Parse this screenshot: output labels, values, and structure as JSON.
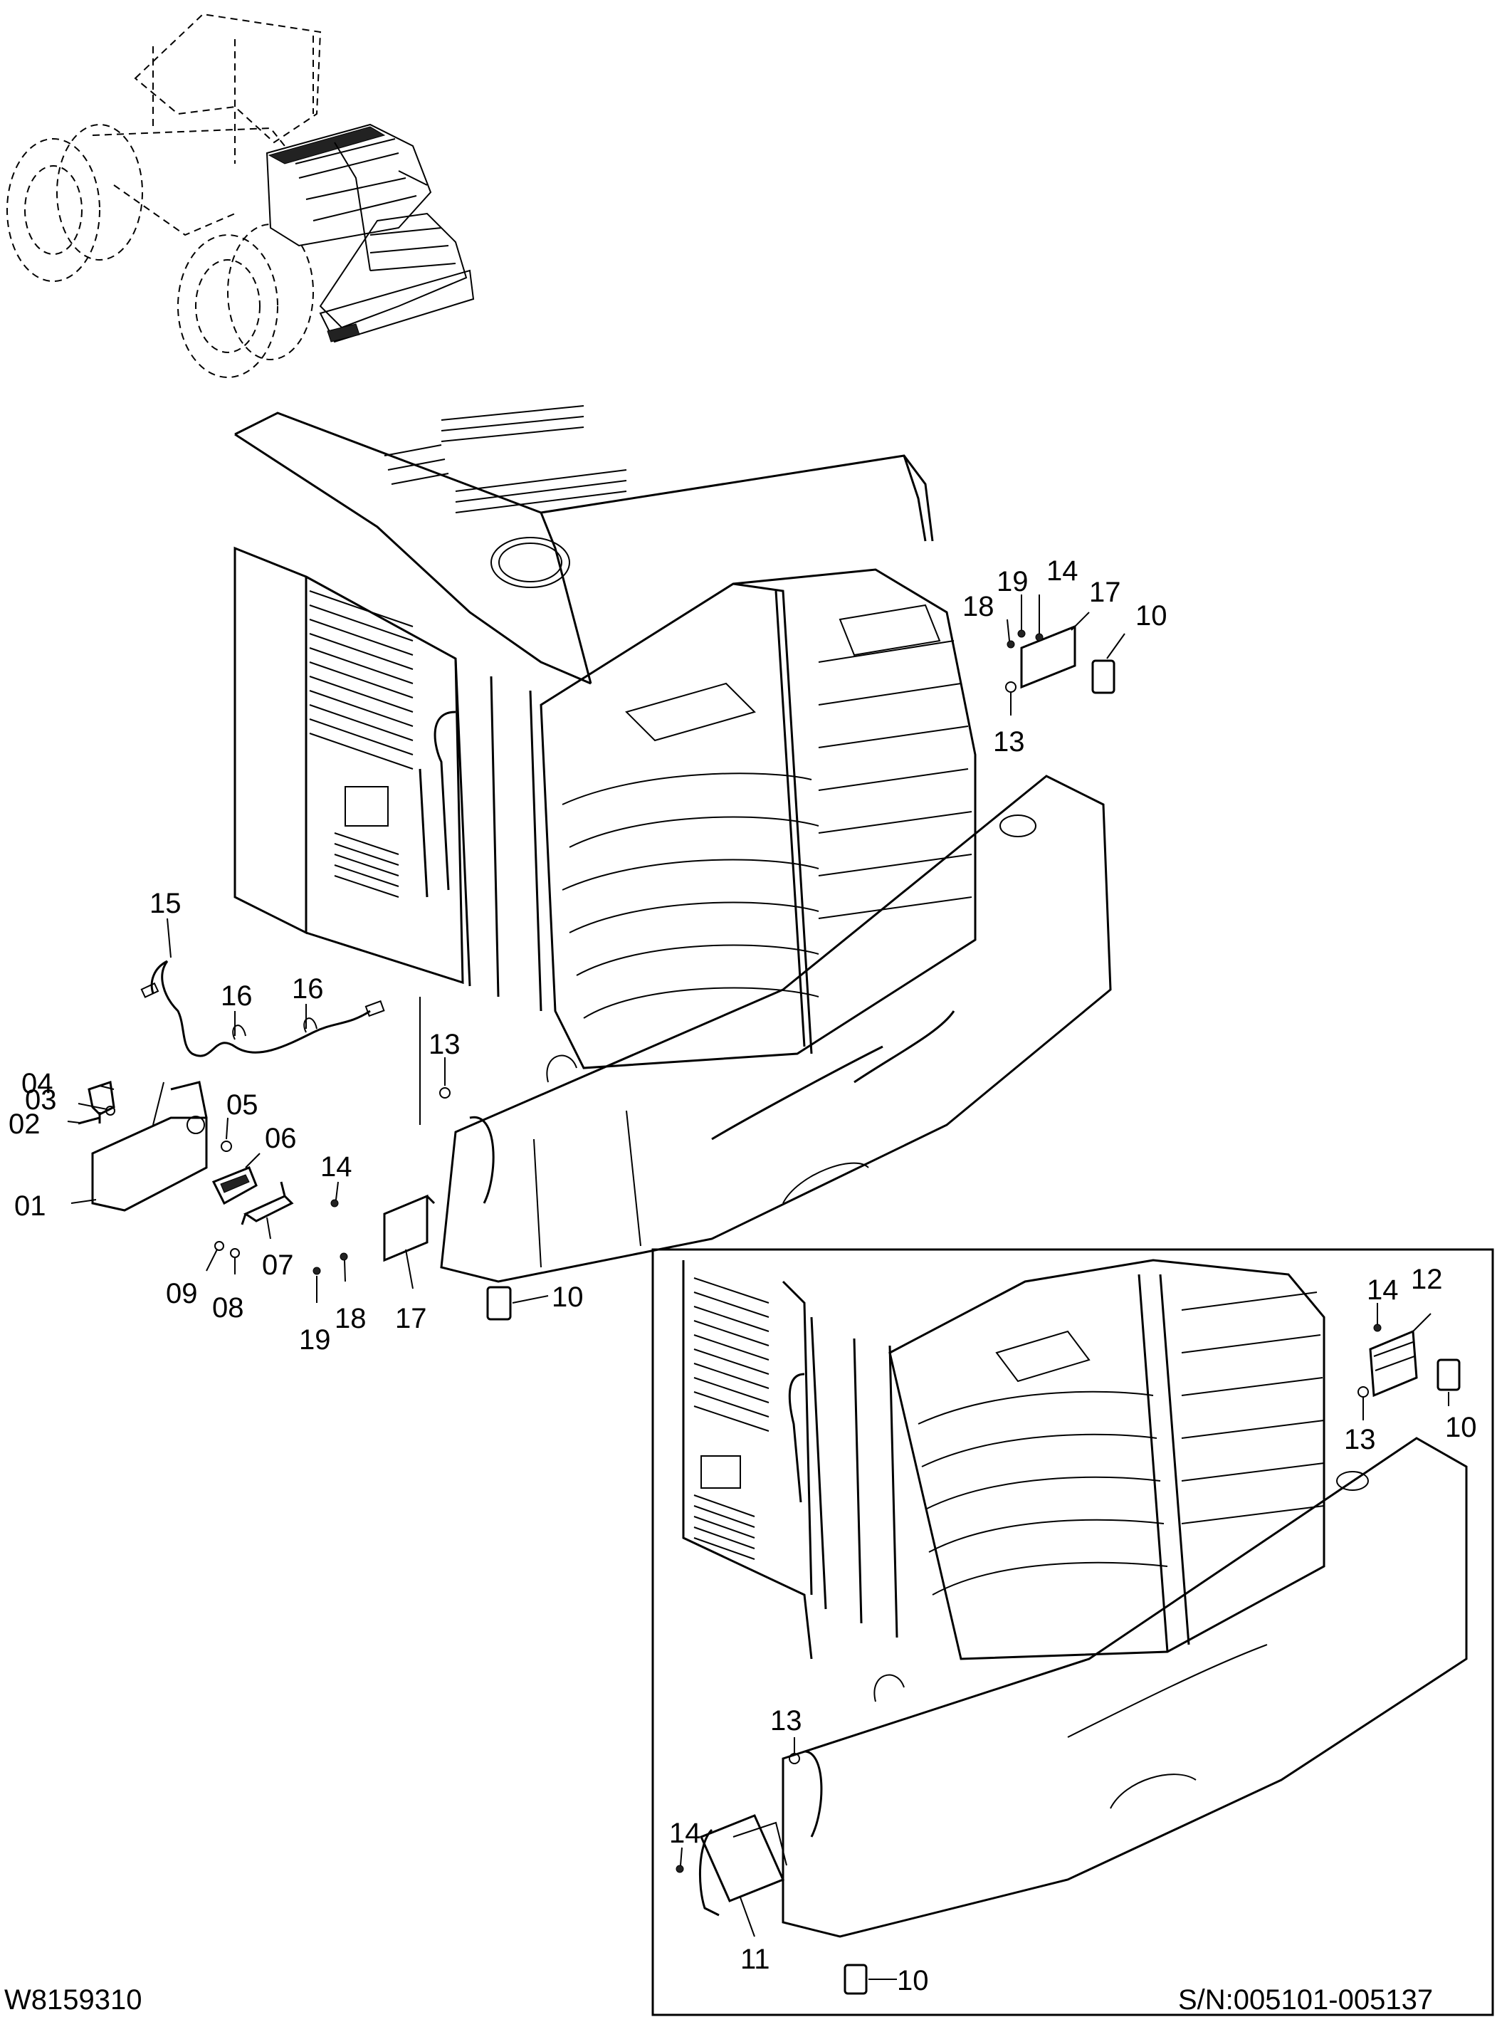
{
  "drawing": {
    "code": "W8159310",
    "serial": "S/N:005101-005137"
  },
  "main_view": {
    "callouts": [
      {
        "id": "c15",
        "text": "15"
      },
      {
        "id": "c16a",
        "text": "16"
      },
      {
        "id": "c16b",
        "text": "16"
      },
      {
        "id": "c04",
        "text": "04"
      },
      {
        "id": "c03",
        "text": "03"
      },
      {
        "id": "c02",
        "text": "02"
      },
      {
        "id": "c05",
        "text": "05"
      },
      {
        "id": "c06",
        "text": "06"
      },
      {
        "id": "c01",
        "text": "01"
      },
      {
        "id": "c07",
        "text": "07"
      },
      {
        "id": "c09",
        "text": "09"
      },
      {
        "id": "c08",
        "text": "08"
      },
      {
        "id": "c13a",
        "text": "13"
      },
      {
        "id": "c14a",
        "text": "14"
      },
      {
        "id": "c19a",
        "text": "19"
      },
      {
        "id": "c18a",
        "text": "18"
      },
      {
        "id": "c17a",
        "text": "17"
      },
      {
        "id": "c10a",
        "text": "10"
      },
      {
        "id": "c19b",
        "text": "19"
      },
      {
        "id": "c14b",
        "text": "14"
      },
      {
        "id": "c17b",
        "text": "17"
      },
      {
        "id": "c18b",
        "text": "18"
      },
      {
        "id": "c10b",
        "text": "10"
      },
      {
        "id": "c13b",
        "text": "13"
      }
    ]
  },
  "inset_view": {
    "callouts": [
      {
        "id": "i14a",
        "text": "14"
      },
      {
        "id": "i12",
        "text": "12"
      },
      {
        "id": "i13a",
        "text": "13"
      },
      {
        "id": "i10a",
        "text": "10"
      },
      {
        "id": "i13b",
        "text": "13"
      },
      {
        "id": "i14b",
        "text": "14"
      },
      {
        "id": "i11",
        "text": "11"
      },
      {
        "id": "i10b",
        "text": "10"
      }
    ]
  }
}
